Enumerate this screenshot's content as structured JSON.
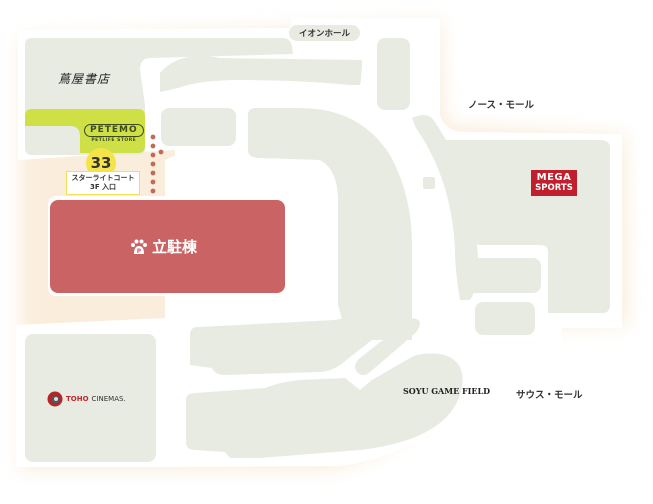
{
  "map": {
    "colors": {
      "background": "#ffffff",
      "glow": "#fbeedd",
      "floor": "#ffffff",
      "store": "#e8ebe2",
      "parking": "#ca6464",
      "petemo": "#cfe047",
      "badge": "#f4e44a",
      "paw_trail": "#c06a5a",
      "mega_sports": "#c21f2e"
    },
    "areas": {
      "aeon_hall": "イオンホール",
      "north_mall": "ノース・モール",
      "south_mall": "サウス・モール"
    },
    "stores": {
      "tsutaya": "蔦屋書店",
      "petemo": {
        "name": "PETEMO",
        "tagline": "PETLIFE STORE"
      },
      "mega_sports": {
        "line1": "MEGA",
        "line2": "SPORTS"
      },
      "toho": {
        "brand": "TOHO",
        "suffix": "CINEMAS."
      },
      "soyu": "SOYU GAME FIELD"
    },
    "parking": {
      "icon": "paw-parking-icon",
      "label": "立駐棟"
    },
    "entrance": {
      "number": "33",
      "line1": "スターライトコート",
      "line2": "3F 入口"
    }
  }
}
